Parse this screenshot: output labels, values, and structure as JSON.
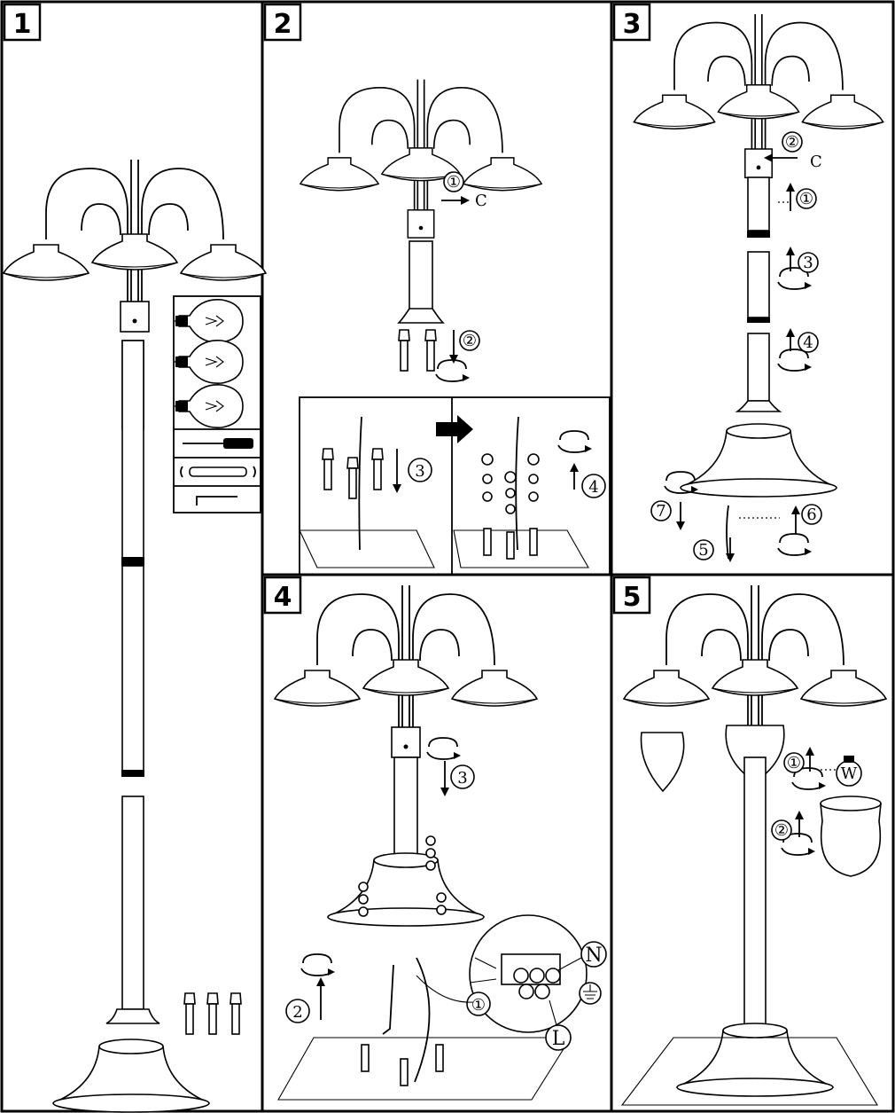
{
  "panels": [
    {
      "number": "1"
    },
    {
      "number": "2"
    },
    {
      "number": "3"
    },
    {
      "number": "4"
    },
    {
      "number": "5"
    }
  ],
  "step_markers": {
    "p2": [
      "①",
      "②",
      "3",
      "4"
    ],
    "p3": [
      "①",
      "②",
      "3",
      "4",
      "5",
      "6",
      "7"
    ],
    "p4": [
      "①",
      "2",
      "3"
    ],
    "p5": [
      "①",
      "②"
    ]
  },
  "wiring_labels": {
    "neutral": "N",
    "live": "L"
  },
  "bulb_label": "W"
}
